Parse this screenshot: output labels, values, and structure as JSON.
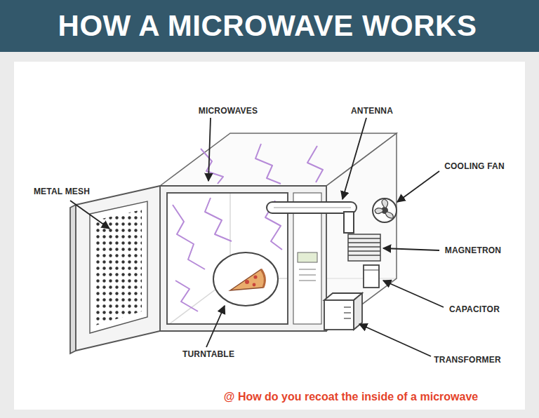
{
  "diagram": {
    "title": "HOW A MICROWAVE WORKS",
    "caption": "@ How do you recoat the inside of a microwave",
    "labels": [
      "MICROWAVES",
      "ANTENNA",
      "COOLING FAN",
      "METAL MESH",
      "MAGNETRON",
      "CAPACITOR",
      "TURNTABLE",
      "TRANSFORMER"
    ]
  }
}
